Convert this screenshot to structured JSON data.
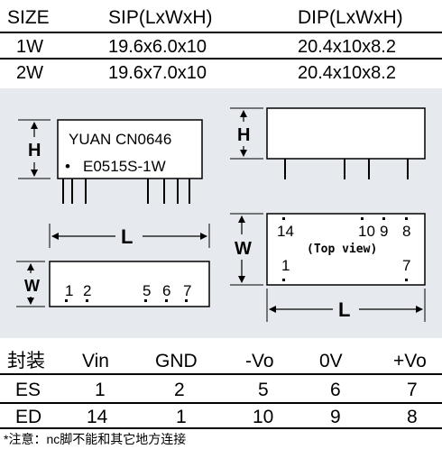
{
  "size_table": {
    "headers": {
      "size": "SIZE",
      "sip": "SIP(LxWxH)",
      "dip": "DIP(LxWxH)"
    },
    "rows": [
      {
        "size": "1W",
        "sip": "19.6x6.0x10",
        "dip": "20.4x10x8.2"
      },
      {
        "size": "2W",
        "sip": "19.6x7.0x10",
        "dip": "20.4x10x8.2"
      }
    ]
  },
  "diagram": {
    "sip_top": {
      "line1": "YUAN CN0646",
      "dot": "•",
      "line2": "E0515S-1W",
      "dim_h": "H",
      "dim_l": "L"
    },
    "sip_bottom": {
      "dim_w": "W",
      "pins": [
        "1",
        "2",
        "5",
        "6",
        "7"
      ]
    },
    "dip_side": {
      "dim_h": "H"
    },
    "dip_top": {
      "dim_w": "W",
      "dim_l": "L",
      "pins_top": [
        "14",
        "10",
        "9",
        "8"
      ],
      "pins_bottom": [
        "1",
        "7"
      ],
      "view_label": "(Top view)"
    }
  },
  "pin_table": {
    "headers": [
      "封装",
      "Vin",
      "GND",
      "-Vo",
      "0V",
      "+Vo"
    ],
    "rows": [
      [
        "ES",
        "1",
        "2",
        "5",
        "6",
        "7"
      ],
      [
        "ED",
        "14",
        "1",
        "10",
        "9",
        "8"
      ]
    ]
  },
  "note": "*注意：nc脚不能和其它地方连接"
}
